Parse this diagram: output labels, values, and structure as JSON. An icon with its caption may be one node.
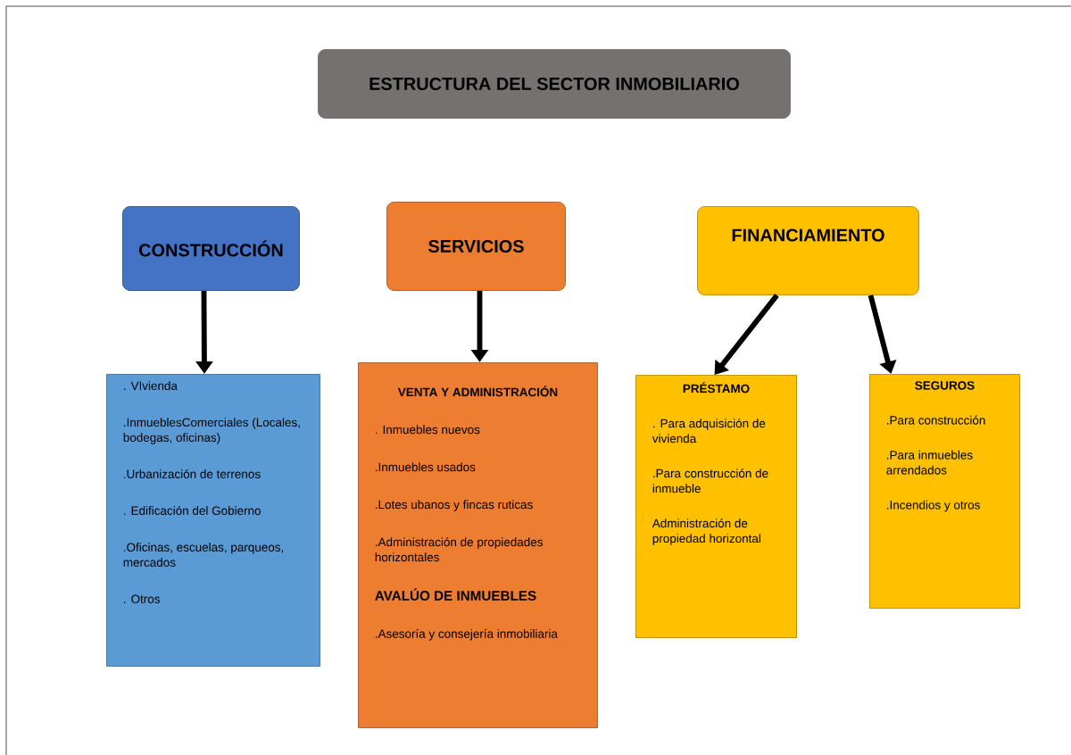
{
  "diagram": {
    "nodes": [
      {
        "text": [
          "ESTRUCTURA  DEL SECTOR INMOBILIARIO"
        ]
      },
      {
        "text": [
          "CONSTRUCCIÓN"
        ]
      },
      {
        "text": [
          "SERVICIOS"
        ]
      },
      {
        "text": [
          "FINANCIAMIENTO"
        ]
      },
      {
        "text": [
          ". VIvienda",
          ".InmueblesComerciales (Locales, bodegas, oficinas)",
          ".Urbanización de terrenos",
          ". Edificación del Gobierno",
          ".Oficinas, escuelas, parqueos, mercados",
          ". Otros"
        ]
      },
      {
        "text": [
          "VENTA Y ADMINISTRACIÓN",
          ". Inmuebles nuevos",
          ".Inmuebles usados",
          ".Lotes ubanos y fincas ruticas",
          ".Administración  de propiedades horizontales",
          "AVALÚO  DE INMUEBLES",
          ".Asesoría y consejería inmobiliaria"
        ]
      },
      {
        "text": [
          "PRÉSTAMO",
          ". Para adquisición de vivienda",
          ".Para construcción de inmueble",
          "Administración de propiedad horizontal"
        ]
      },
      {
        "text": [
          "SEGUROS",
          ".Para construcción",
          ".Para inmuebles arrendados",
          ".Incendios y otros"
        ]
      }
    ],
    "edges": [
      {
        "from": 1,
        "to": 4,
        "arrow": "to"
      },
      {
        "from": 2,
        "to": 5,
        "arrow": "to"
      },
      {
        "from": 3,
        "to": 6,
        "arrow": "to"
      },
      {
        "from": 3,
        "to": 7,
        "arrow": "to"
      }
    ]
  }
}
